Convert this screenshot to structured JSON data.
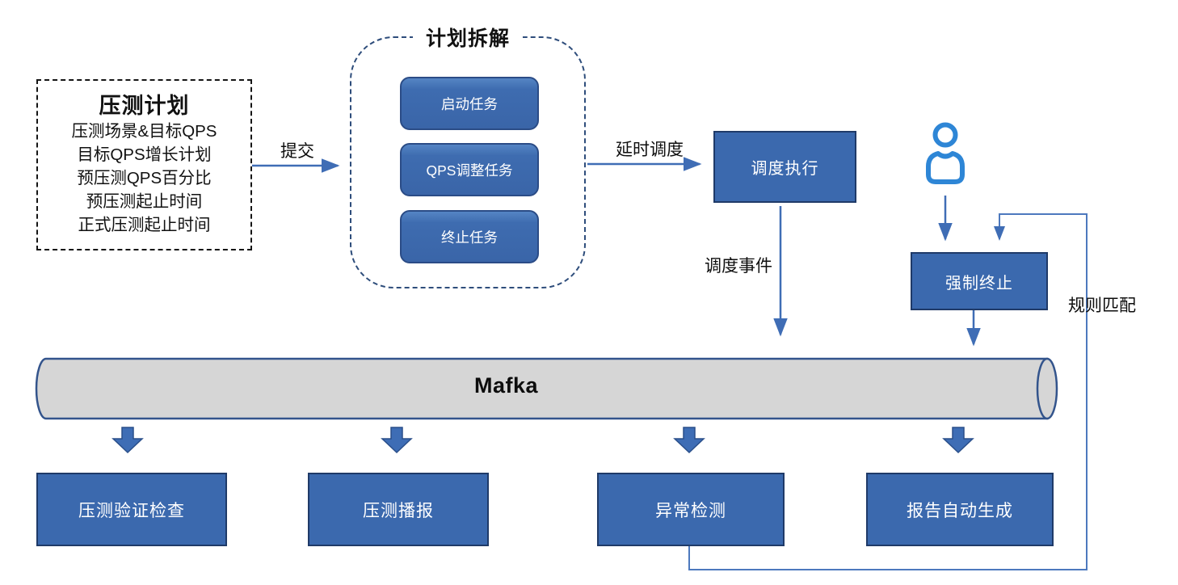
{
  "diagram": {
    "plan": {
      "title": "压测计划",
      "lines": [
        "压测场景&目标QPS",
        "目标QPS增长计划",
        "预压测QPS百分比",
        "预压测起止时间",
        "正式压测起止时间"
      ]
    },
    "decompose": {
      "title": "计划拆解",
      "tasks": [
        "启动任务",
        "QPS调整任务",
        "终止任务"
      ]
    },
    "nodes": {
      "scheduler": "调度执行",
      "force_stop": "强制终止",
      "queue": "Mafka",
      "verify": "压测验证检查",
      "broadcast": "压测播报",
      "anomaly": "异常检测",
      "report": "报告自动生成"
    },
    "edge_labels": {
      "submit": "提交",
      "delay_schedule": "延时调度",
      "schedule_event": "调度事件",
      "rule_match": "规则匹配"
    },
    "icons": {
      "user": "user-icon"
    },
    "colors": {
      "node_fill": "#3b69ae",
      "node_border": "#1f3a68",
      "connector": "#3f6db5",
      "group_border": "#2e4d7b",
      "plan_border": "#151515",
      "cylinder_fill": "#d6d6d6",
      "cylinder_border": "#33548c",
      "person": "#2e86d6",
      "text_dark": "#111111",
      "text_light": "#ffffff"
    }
  }
}
